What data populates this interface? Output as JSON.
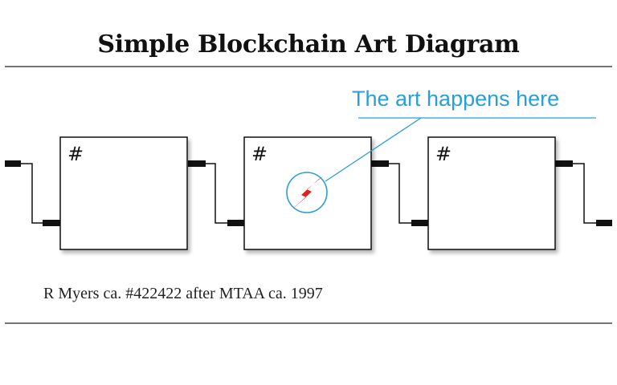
{
  "title": "Simple Blockchain Art Diagram",
  "annotation": "The art happens here",
  "blocks": [
    {
      "label": "#"
    },
    {
      "label": "#"
    },
    {
      "label": "#"
    }
  ],
  "caption": "R Myers ca. #422422 after MTAA ca. 1997",
  "colors": {
    "text": "#111111",
    "annotation": "#2a9fd6",
    "art_bolt": "#e0201b",
    "block_border": "#111111",
    "rules": "#222222"
  },
  "icons": {
    "art": "lightning-bolt-icon"
  }
}
